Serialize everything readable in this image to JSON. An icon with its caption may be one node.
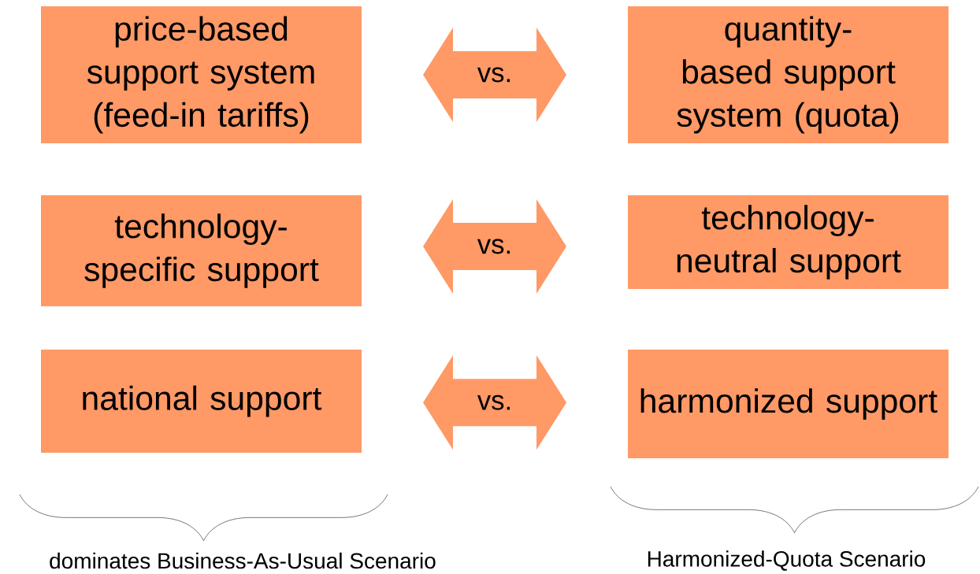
{
  "diagram": {
    "nodes": [
      {
        "text": [
          "price-based support system (feed-in tariffs)"
        ]
      },
      {
        "text": [
          "quantity-based support system (quota)"
        ]
      },
      {
        "text": [
          "technology-specific support"
        ]
      },
      {
        "text": [
          "technology-neutral support"
        ]
      },
      {
        "text": [
          "national support"
        ]
      },
      {
        "text": [
          "harmonized support"
        ]
      }
    ],
    "edges": [
      {
        "from": 0,
        "to": 1,
        "arrow": "both",
        "label": "vs."
      },
      {
        "from": 2,
        "to": 3,
        "arrow": "both",
        "label": "vs."
      },
      {
        "from": 4,
        "to": 5,
        "arrow": "both",
        "label": "vs."
      }
    ],
    "labels": [
      "dominates Business-As-Usual Scenario",
      "Harmonized-Quota Scenario"
    ]
  }
}
